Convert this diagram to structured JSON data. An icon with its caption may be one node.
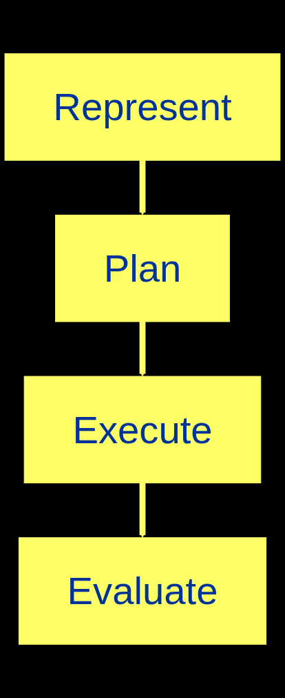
{
  "diagram": {
    "nodes": [
      {
        "text": [
          "Represent"
        ]
      },
      {
        "text": [
          "Plan"
        ]
      },
      {
        "text": [
          "Execute"
        ]
      },
      {
        "text": [
          "Evaluate"
        ]
      }
    ],
    "edges": [
      {
        "from": 0,
        "to": 1,
        "arrow": "to"
      },
      {
        "from": 1,
        "to": 2,
        "arrow": "to"
      },
      {
        "from": 2,
        "to": 3,
        "arrow": "to"
      }
    ]
  }
}
